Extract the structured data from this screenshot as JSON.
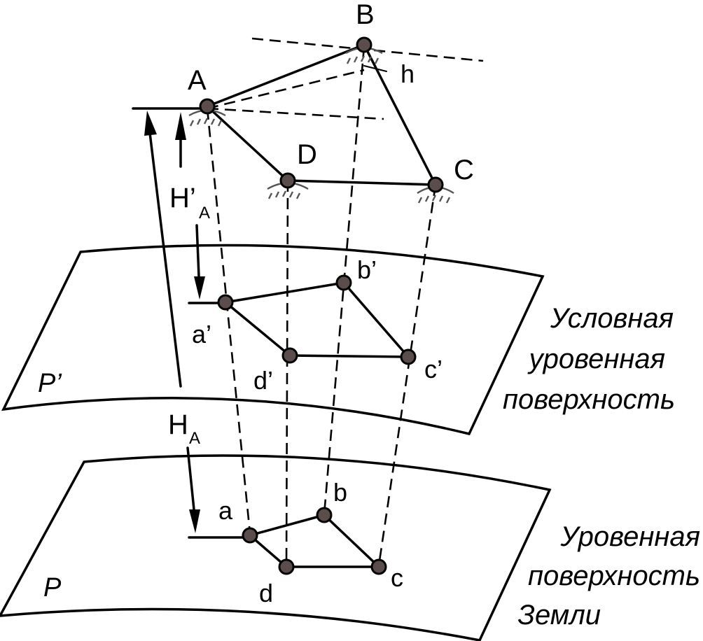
{
  "points_3d": {
    "A": "A",
    "B": "B",
    "C": "C",
    "D": "D"
  },
  "points_conditional": {
    "a": "a’",
    "b": "b’",
    "c": "c’",
    "d": "d’"
  },
  "points_ground": {
    "a": "a",
    "b": "b",
    "c": "c",
    "d": "d"
  },
  "height_labels": {
    "conditional_main": "H’",
    "conditional_sub": "A",
    "absolute_main": "H",
    "absolute_sub": "A",
    "elevation_diff": "h"
  },
  "plane_labels": {
    "conditional": "P’",
    "ground": "P"
  },
  "captions": {
    "conditional_surface": [
      "Условная",
      "уровенная",
      "поверхность"
    ],
    "ground_surface": [
      "Уровенная",
      "поверхность",
      "Земли"
    ]
  }
}
